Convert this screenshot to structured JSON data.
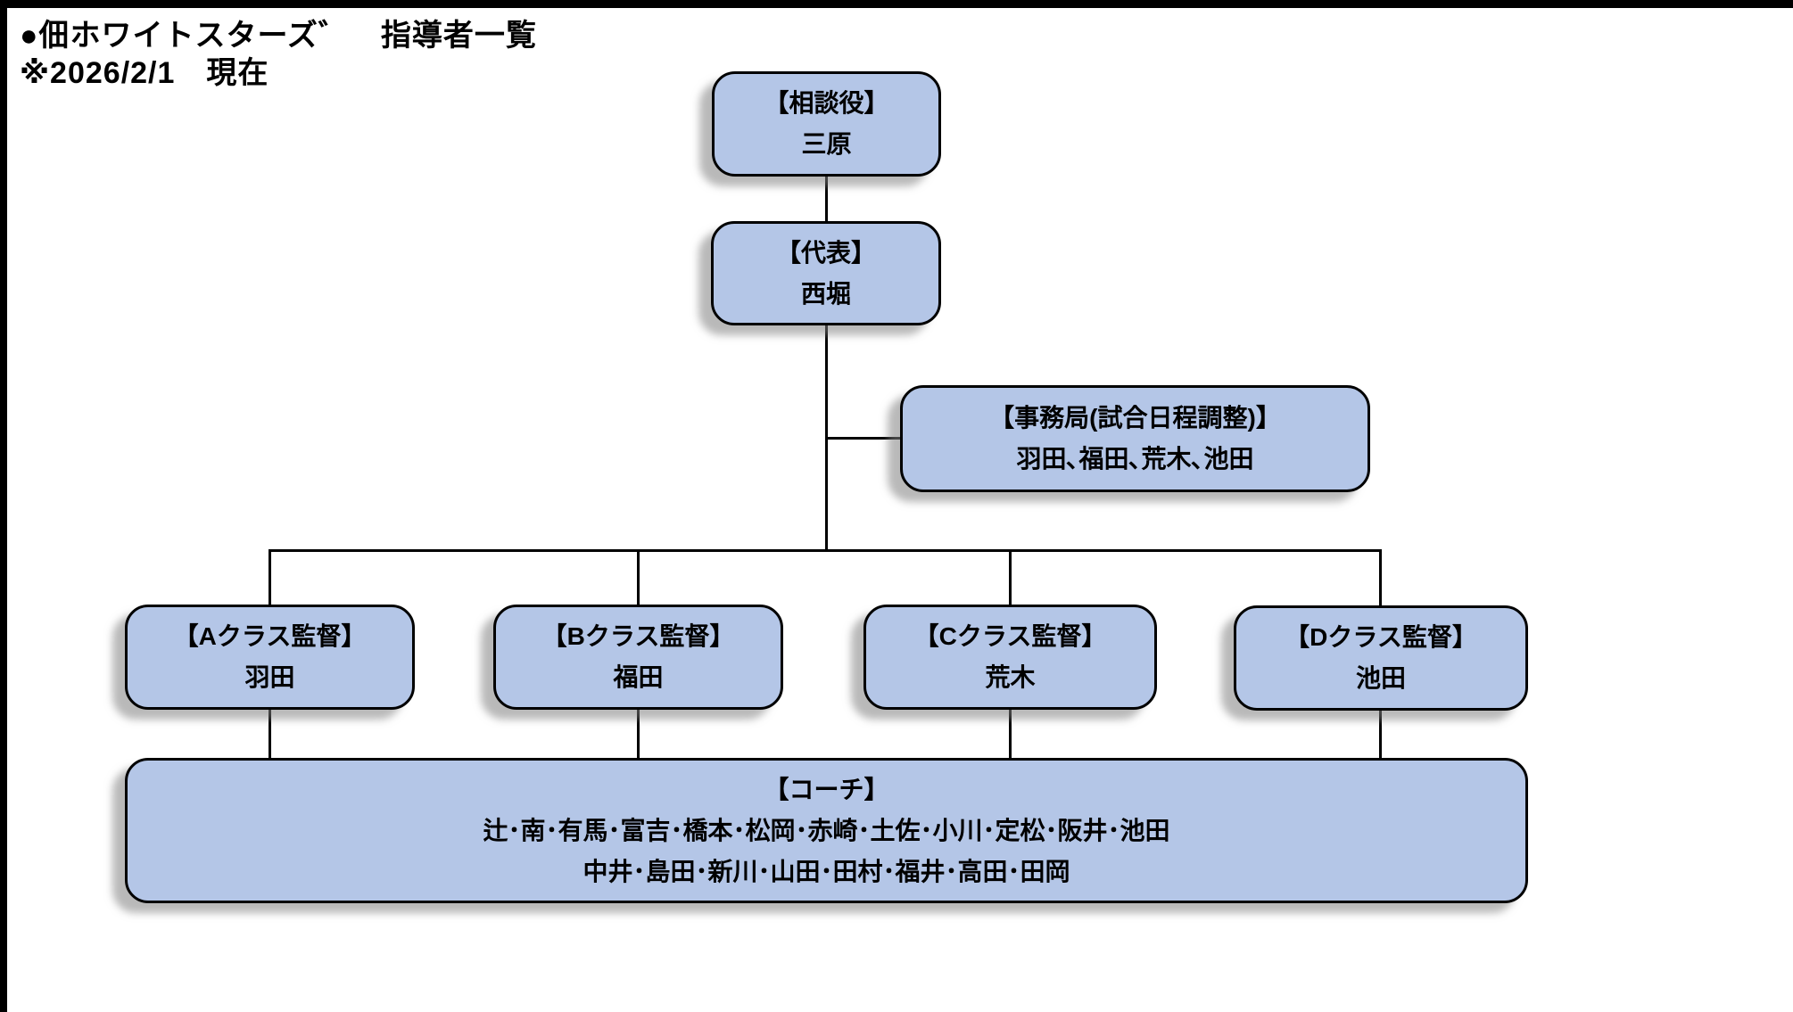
{
  "header": {
    "title": "●佃ホワイトスターズ゛　指導者一覧",
    "date_note": "※2026/2/1　現在"
  },
  "org": {
    "advisor": {
      "role": "【相談役】",
      "name": "三原"
    },
    "representative": {
      "role": "【代表】",
      "name": "西堀"
    },
    "office": {
      "role": "【事務局(試合日程調整)】",
      "members": "羽田､福田､荒木､池田"
    },
    "class_managers": [
      {
        "role": "【Aクラス監督】",
        "name": "羽田"
      },
      {
        "role": "【Bクラス監督】",
        "name": "福田"
      },
      {
        "role": "【Cクラス監督】",
        "name": "荒木"
      },
      {
        "role": "【Dクラス監督】",
        "name": "池田"
      }
    ],
    "coaches": {
      "role": "【コーチ】",
      "members_line1": "辻･南･有馬･富吉･橋本･松岡･赤崎･土佐･小川･定松･阪井･池田",
      "members_line2": "中井･島田･新川･山田･田村･福井･高田･田岡"
    }
  },
  "colors": {
    "box_fill": "#b4c6e7",
    "box_border": "#000000",
    "connector": "#000000",
    "frame": "#000000",
    "background": "#ffffff",
    "text": "#000000"
  }
}
